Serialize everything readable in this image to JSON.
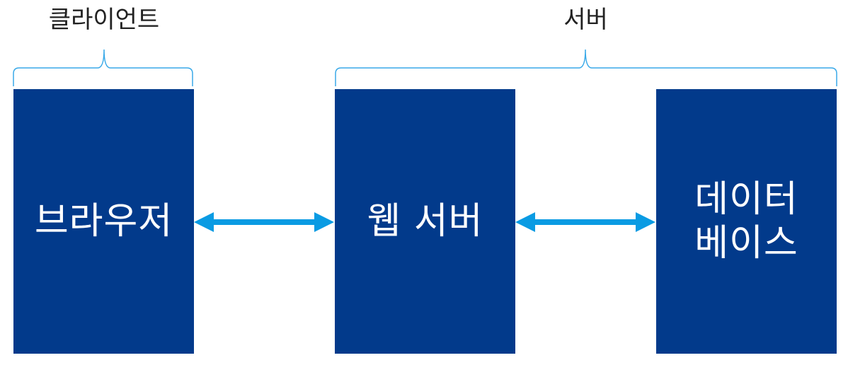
{
  "groups": {
    "client": "클라이언트",
    "server": "서버"
  },
  "components": {
    "browser": "브라우저",
    "web_server": "웹 서버",
    "database": "데이터\n베이스"
  },
  "colors": {
    "box_fill": "#023a8b",
    "box_text": "#ffffff",
    "arrow": "#0a9be3",
    "brace": "#39a9e8",
    "label_text": "#222222"
  },
  "connections": [
    {
      "from": "browser",
      "to": "web_server",
      "direction": "bidirectional"
    },
    {
      "from": "web_server",
      "to": "database",
      "direction": "bidirectional"
    }
  ]
}
